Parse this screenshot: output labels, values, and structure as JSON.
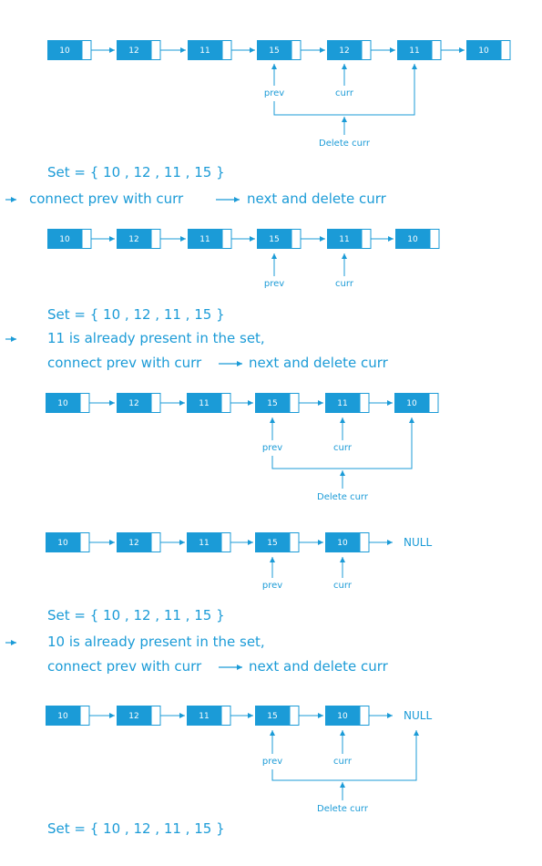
{
  "colors": {
    "accent": "#1b9bd7",
    "node_fill": "#1b9bd7",
    "node_border": "#1b9bd7",
    "background": "#ffffff"
  },
  "labels": {
    "prev": "prev",
    "curr": "curr",
    "delete": "Delete curr",
    "null": "NULL"
  },
  "set_text": "Set  =  {  10 , 12 , 11 , 15  }",
  "steps": [
    {
      "nodes": [
        "10",
        "12",
        "11",
        "15",
        "12",
        "11",
        "10"
      ],
      "prev_index": 3,
      "curr_index": 4,
      "delete_to_index": 5,
      "tail_null": false,
      "show_delete": true
    },
    {
      "nodes": [
        "10",
        "12",
        "11",
        "15",
        "11",
        "10"
      ],
      "prev_index": 3,
      "curr_index": 4,
      "tail_null": false,
      "show_delete": false
    },
    {
      "nodes": [
        "10",
        "12",
        "11",
        "15",
        "11",
        "10"
      ],
      "prev_index": 3,
      "curr_index": 4,
      "delete_to_index": 5,
      "tail_null": false,
      "show_delete": true
    },
    {
      "nodes": [
        "10",
        "12",
        "11",
        "15",
        "10"
      ],
      "prev_index": 3,
      "curr_index": 4,
      "tail_null": true,
      "show_delete": false
    },
    {
      "nodes": [
        "10",
        "12",
        "11",
        "15",
        "10"
      ],
      "prev_index": 3,
      "curr_index": 4,
      "delete_to_null": true,
      "tail_null": true,
      "show_delete": true
    }
  ],
  "notes": [
    {
      "lines": [
        "connect prev with curr",
        "next and delete curr"
      ]
    },
    {
      "lines": [
        "11 is already present in the set,",
        "connect prev with curr",
        "next and delete curr"
      ]
    },
    {
      "lines": [
        "10 is already present in the set,",
        "connect prev with curr",
        "next and delete curr"
      ]
    }
  ]
}
